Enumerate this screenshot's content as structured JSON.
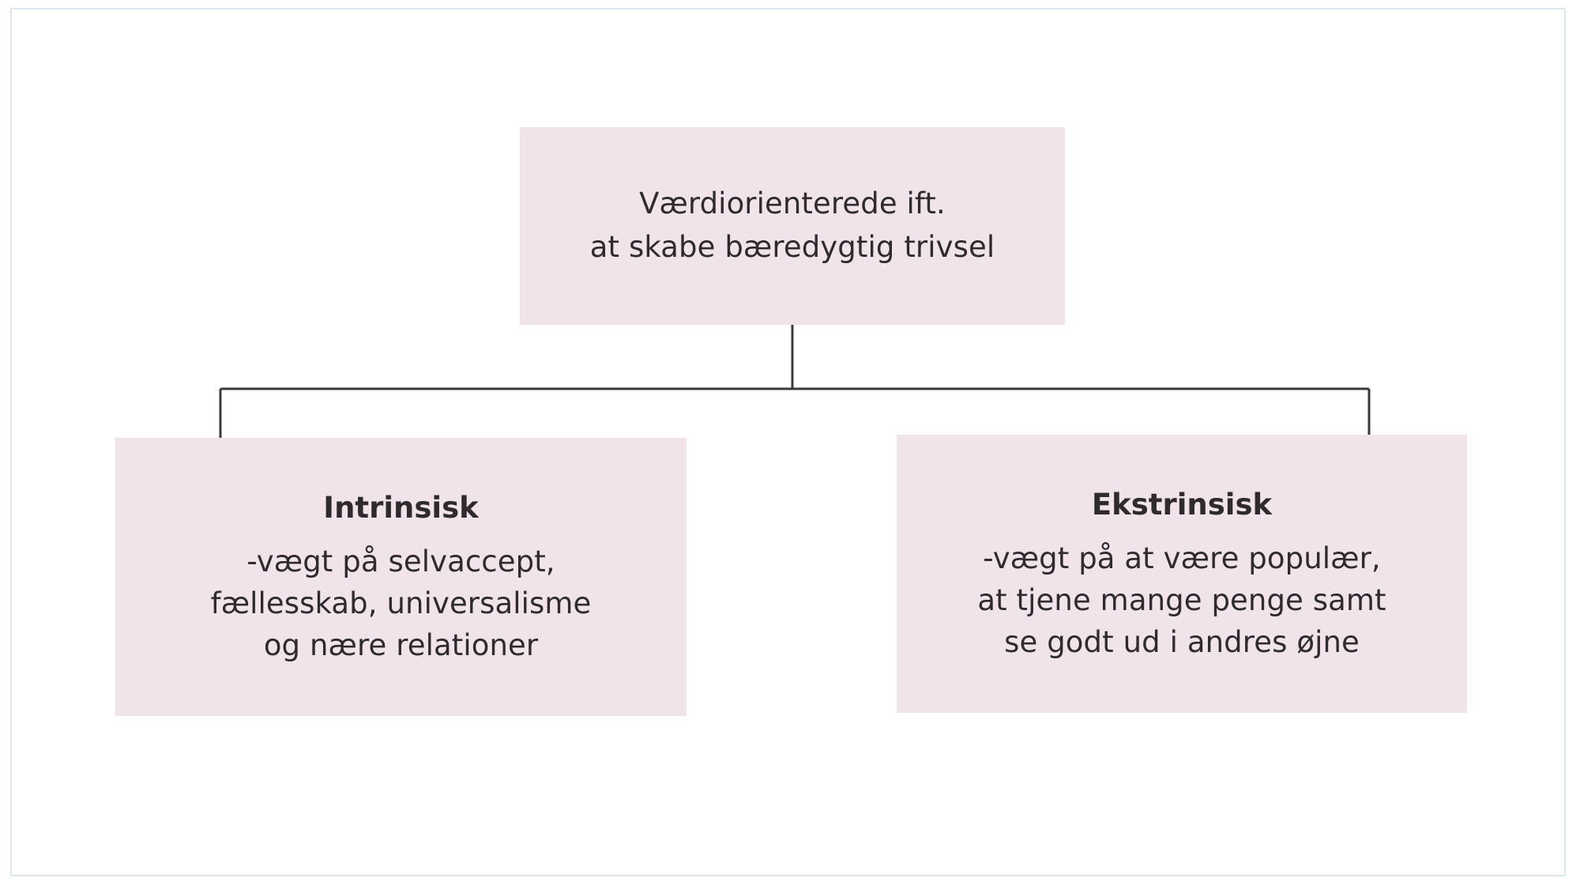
{
  "figure": {
    "type": "hierarchy-diagram",
    "orientation": "top-down",
    "language": "da",
    "frame_border_color": "#dce7f0",
    "node_fill_color": "#f0e4ea",
    "connector_color": "#3a3a3a",
    "text_color": "#2f2b2c"
  },
  "nodes": {
    "root": {
      "id": "root",
      "lines": [
        "Værdiorienterede ift.",
        "at skabe bæredygtig trivsel"
      ]
    },
    "left": {
      "id": "intrinsisk",
      "title": "Intrinsisk",
      "lines": [
        "-vægt på selvaccept,",
        "fællesskab, universalisme",
        "og nære relationer"
      ]
    },
    "right": {
      "id": "ekstrinsisk",
      "title": "Ekstrinsisk",
      "lines": [
        "-vægt på at være populær,",
        "at tjene mange penge samt",
        "se godt ud i andres øjne"
      ]
    }
  },
  "edges": [
    {
      "from": "root",
      "to": "intrinsisk"
    },
    {
      "from": "root",
      "to": "ekstrinsisk"
    }
  ]
}
